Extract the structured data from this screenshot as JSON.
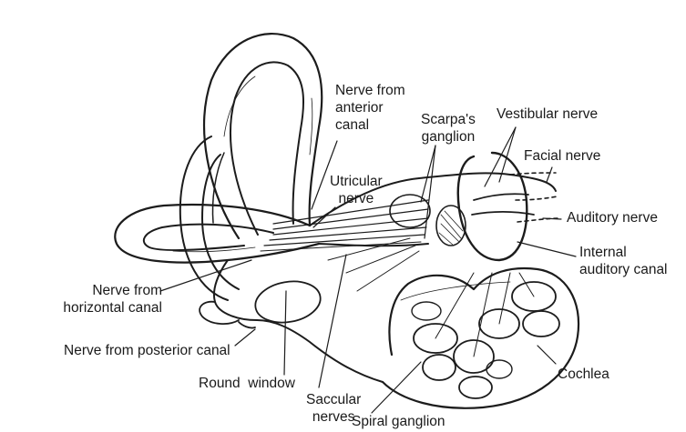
{
  "labels": {
    "nerve_from_anterior_canal": "Nerve from\nanterior\ncanal",
    "scarpas_ganglion": "Scarpa's\nganglion",
    "vestibular_nerve": "Vestibular nerve",
    "facial_nerve": "Facial nerve",
    "utricular_nerve": "Utricular\nnerve",
    "auditory_nerve": "Auditory nerve",
    "internal_auditory_canal": "Internal\nauditory canal",
    "nerve_from_horizontal_canal": "Nerve from\nhorizontal canal",
    "nerve_from_posterior_canal": "Nerve from posterior canal",
    "round_window": "Round  window",
    "saccular_nerves": "Saccular\nnerves",
    "spiral_ganglion": "Spiral ganglion",
    "cochlea": "Cochlea"
  }
}
